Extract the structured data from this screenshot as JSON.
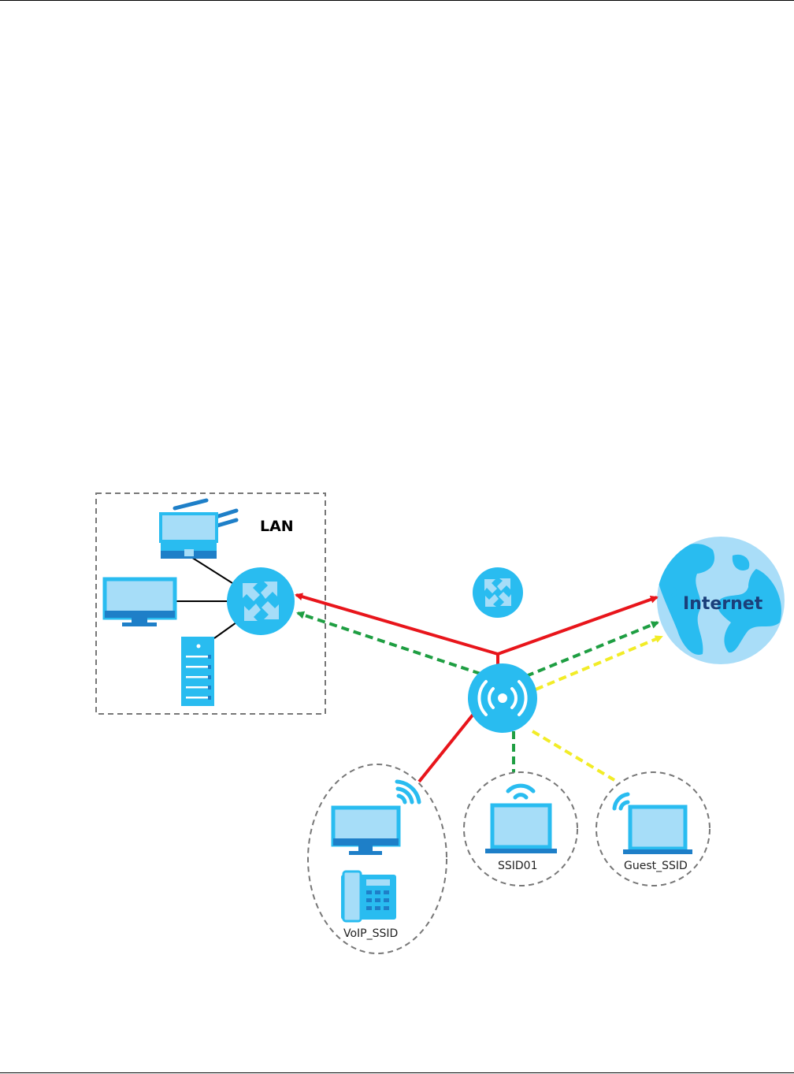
{
  "diagram": {
    "lan_label": "LAN",
    "internet_label": "Internet",
    "ssid_groups": [
      {
        "id": "voip",
        "label": "VoIP_SSID"
      },
      {
        "id": "ssid01",
        "label": "SSID01"
      },
      {
        "id": "guest",
        "label": "Guest_SSID"
      }
    ]
  },
  "colors": {
    "device_blue": "#29BCF0",
    "device_light": "#A6DDF8",
    "device_dark": "#1E7FC8",
    "globe_light": "#A9DDF8",
    "red_link": "#E8151B",
    "green_link": "#1E9E42",
    "yellow_link": "#F2EC27",
    "dashed_border": "#777777"
  }
}
